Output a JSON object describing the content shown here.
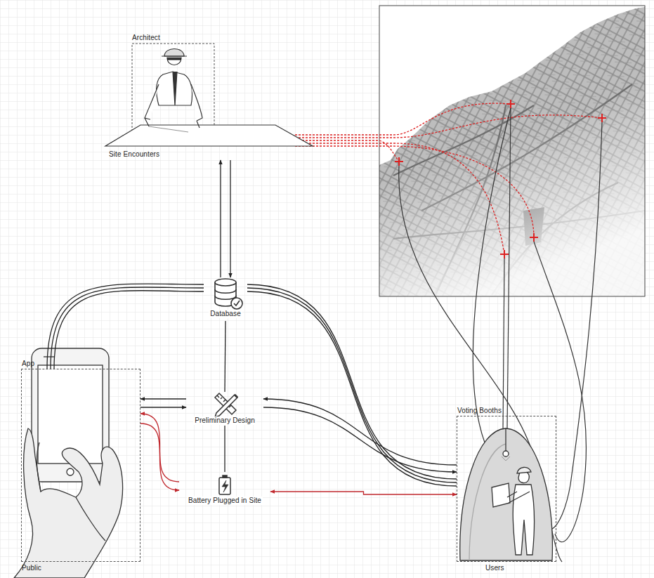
{
  "diagram": {
    "nodes": [
      {
        "text": [
          "Architect",
          "Site Encounters"
        ]
      },
      {
        "text": [
          "Database"
        ]
      },
      {
        "text": [
          "App",
          "Public"
        ]
      },
      {
        "text": [
          "Preliminary Design"
        ]
      },
      {
        "text": [
          "Battery Plugged in Site"
        ]
      },
      {
        "text": [
          "Voting Booths",
          "Users"
        ]
      }
    ],
    "edges": [
      {
        "from": 1,
        "to": 0,
        "arrow": "to"
      },
      {
        "from": 0,
        "to": 1,
        "arrow": "to"
      },
      {
        "from": 1,
        "to": 2,
        "arrow": "none"
      },
      {
        "from": 1,
        "to": 5,
        "arrow": "none"
      },
      {
        "from": 1,
        "to": 3,
        "arrow": "none"
      },
      {
        "from": 3,
        "to": 2,
        "arrow": "to"
      },
      {
        "from": 2,
        "to": 3,
        "arrow": "to"
      },
      {
        "from": 3,
        "to": 4,
        "arrow": "none"
      },
      {
        "from": 2,
        "to": 4,
        "arrow": "to"
      },
      {
        "from": 4,
        "to": 2,
        "arrow": "to"
      },
      {
        "from": 4,
        "to": 5,
        "arrow": "both"
      },
      {
        "from": 5,
        "to": 3,
        "arrow": "to"
      },
      {
        "from": 3,
        "to": 5,
        "arrow": "to"
      }
    ]
  }
}
